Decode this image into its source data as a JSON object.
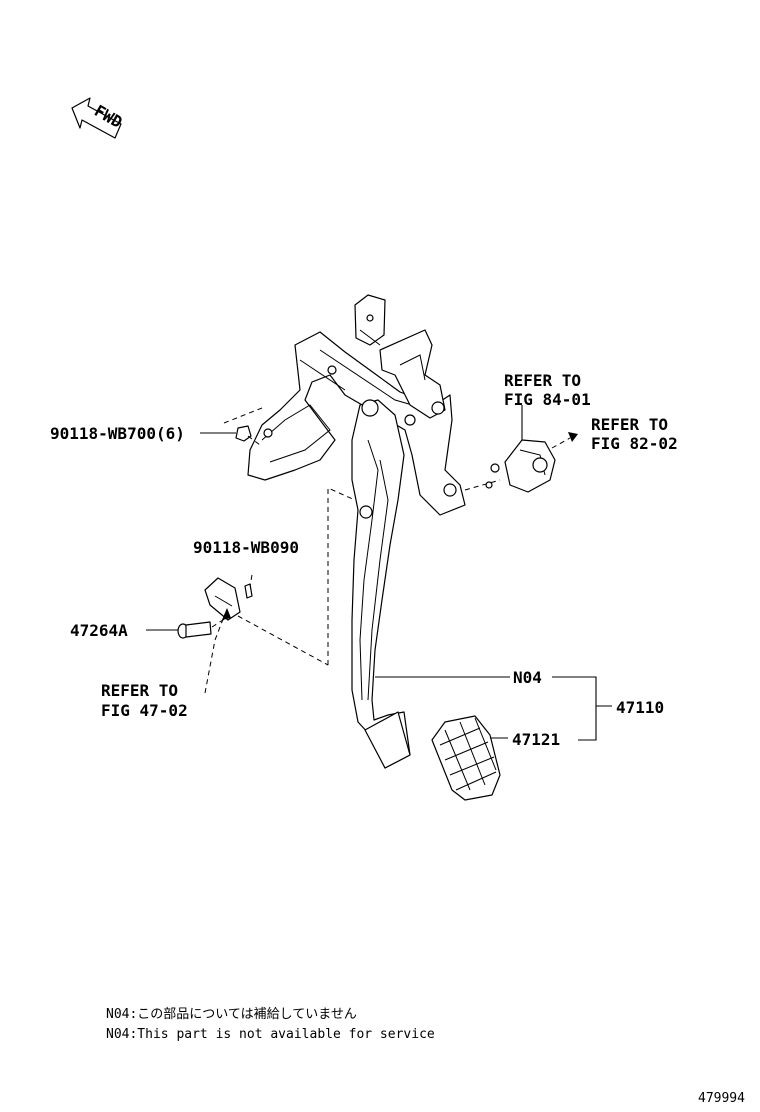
{
  "direction_marker": {
    "text": "FWD",
    "icon": "fwd-arrow-icon"
  },
  "parts": {
    "nut_label": "90118-WB700(6)",
    "clip_label": "90118-WB090",
    "pin_label": "47264A",
    "pedal_arm_label": "N04",
    "pedal_pad_label": "47121",
    "assembly_label": "47110"
  },
  "references": {
    "fig_84_01": {
      "line1": "REFER TO",
      "line2": "FIG 84-01"
    },
    "fig_82_02": {
      "line1": "REFER TO",
      "line2": "FIG 82-02"
    },
    "fig_47_02": {
      "line1": "REFER TO",
      "line2": "FIG 47-02"
    }
  },
  "notes": {
    "japanese": "N04:この部品については補給していません",
    "english": "N04:This part is not available for service"
  },
  "figure_number": "479994"
}
